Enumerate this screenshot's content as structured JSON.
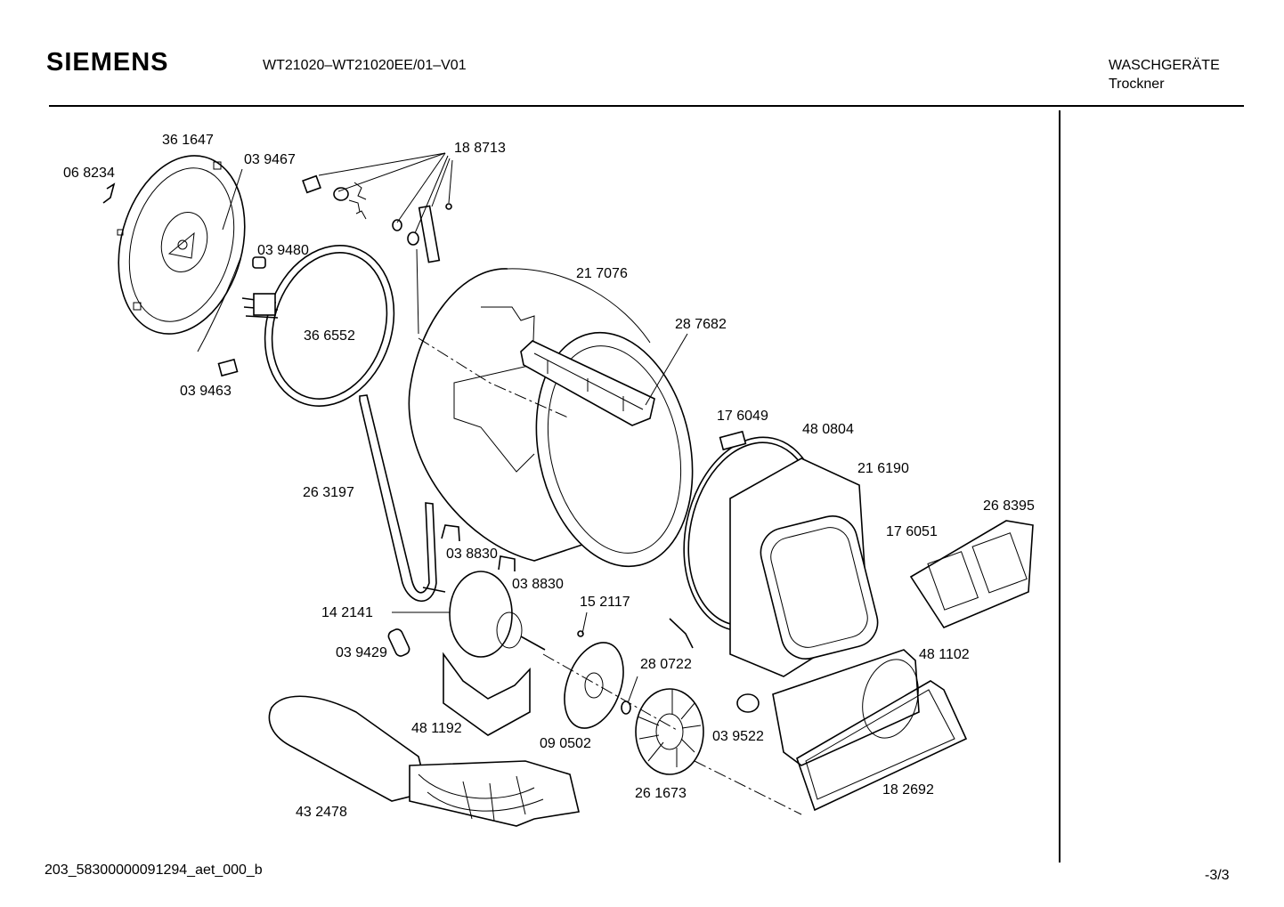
{
  "header": {
    "brand": "SIEMENS",
    "model": "WT21020–WT21020EE/01–V01",
    "category": "WASCHGERÄTE",
    "subcategory": "Trockner"
  },
  "footer": {
    "code": "203_58300000091294_aet_000_b",
    "page": "-3/3"
  },
  "parts": [
    {
      "id": "p361647",
      "label": "36 1647"
    },
    {
      "id": "p039467",
      "label": "03 9467"
    },
    {
      "id": "p068234",
      "label": "06 8234"
    },
    {
      "id": "p188713",
      "label": "18 8713"
    },
    {
      "id": "p039480",
      "label": "03 9480"
    },
    {
      "id": "p217076",
      "label": "21 7076"
    },
    {
      "id": "p287682",
      "label": "28 7682"
    },
    {
      "id": "p366552",
      "label": "36 6552"
    },
    {
      "id": "p039463",
      "label": "03 9463"
    },
    {
      "id": "p176049",
      "label": "17 6049"
    },
    {
      "id": "p480804",
      "label": "48 0804"
    },
    {
      "id": "p216190",
      "label": "21 6190"
    },
    {
      "id": "p263197",
      "label": "26 3197"
    },
    {
      "id": "p268395",
      "label": "26 8395"
    },
    {
      "id": "p176051",
      "label": "17 6051"
    },
    {
      "id": "p038830a",
      "label": "03 8830"
    },
    {
      "id": "p038830b",
      "label": "03 8830"
    },
    {
      "id": "p152117",
      "label": "15 2117"
    },
    {
      "id": "p142141",
      "label": "14 2141"
    },
    {
      "id": "p039429",
      "label": "03 9429"
    },
    {
      "id": "p481102",
      "label": "48 1102"
    },
    {
      "id": "p280722",
      "label": "28 0722"
    },
    {
      "id": "p481192",
      "label": "48 1192"
    },
    {
      "id": "p090502",
      "label": "09 0502"
    },
    {
      "id": "p039522",
      "label": "03 9522"
    },
    {
      "id": "p261673",
      "label": "26 1673"
    },
    {
      "id": "p182692",
      "label": "18 2692"
    },
    {
      "id": "p432478",
      "label": "43 2478"
    }
  ]
}
